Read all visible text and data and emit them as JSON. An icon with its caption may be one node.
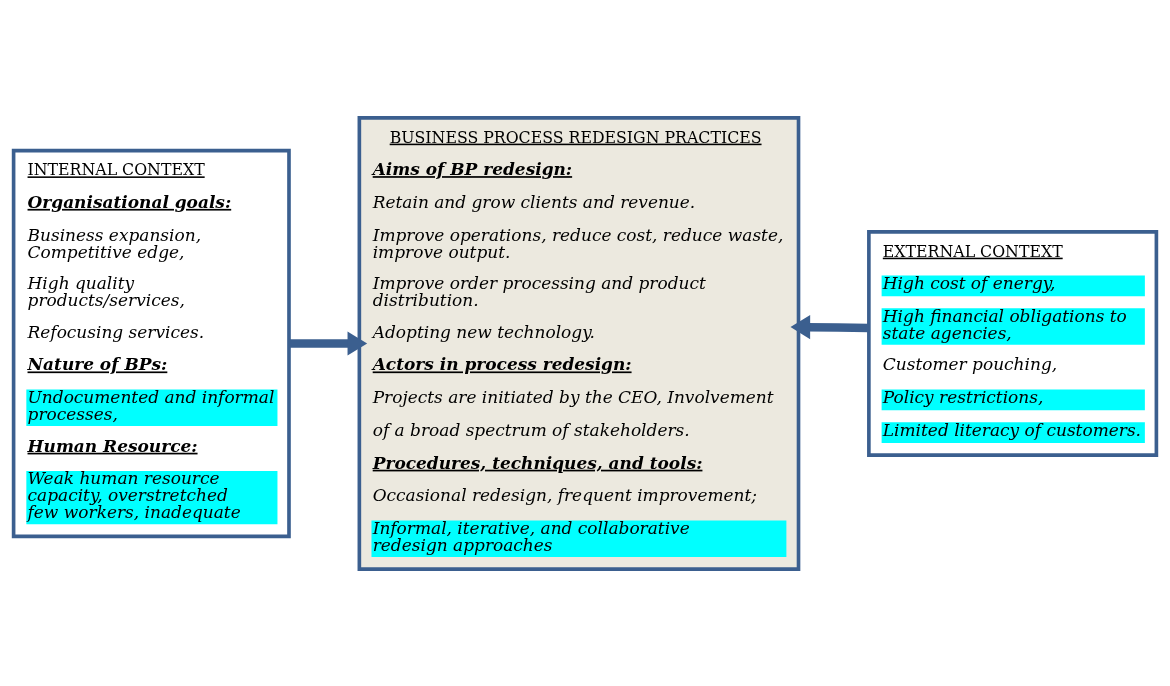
{
  "diagram": {
    "nodes": [
      {
        "text": [
          "INTERNAL CONTEXT",
          "Organisational goals:",
          "Business expansion, Competitive edge,",
          "High quality products/services,",
          "Refocusing services.",
          "Nature of BPs:",
          "Undocumented and informal processes,",
          "Human Resource:",
          "Weak human resource capacity, overstretched few workers, inadequate"
        ]
      },
      {
        "text": [
          "BUSINESS PROCESS REDESIGN PRACTICES",
          "Aims of BP redesign:",
          "Retain and grow clients and revenue.",
          "Improve operations, reduce cost, reduce waste, improve output.",
          "Improve order processing and product distribution.",
          "Adopting new technology.",
          "Actors in process redesign:",
          "Projects are initiated by the CEO, Involvement",
          "of a broad spectrum of stakeholders.",
          "Procedures, techniques, and tools:",
          "Occasional redesign, frequent improvement;",
          "Informal, iterative, and collaborative redesign approaches"
        ]
      },
      {
        "text": [
          "EXTERNAL CONTEXT",
          "High cost of energy,",
          "High financial obligations to state agencies,",
          "Customer pouching,",
          "Policy restrictions,",
          "Limited literacy of customers."
        ]
      }
    ],
    "edges": [
      {
        "from": 0,
        "to": 1,
        "arrow": "to"
      },
      {
        "from": 2,
        "to": 1,
        "arrow": "to"
      }
    ]
  }
}
